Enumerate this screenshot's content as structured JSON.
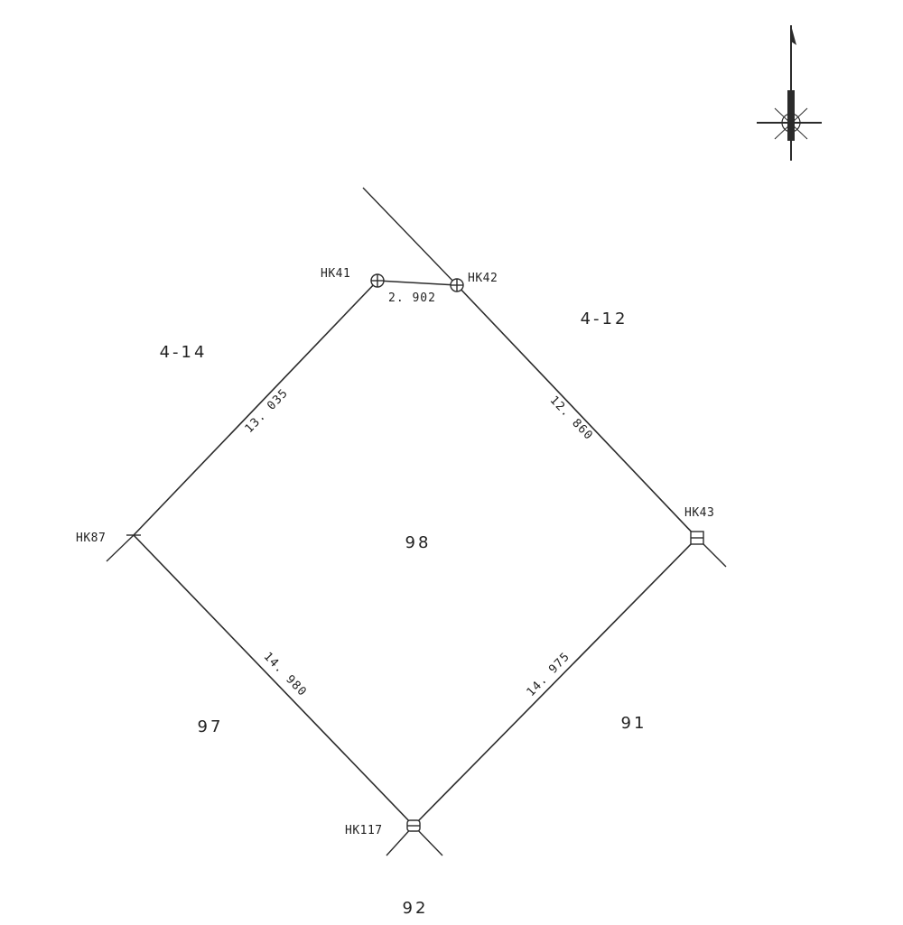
{
  "survey_points": {
    "hk41": "HK41",
    "hk42": "HK42",
    "hk43": "HK43",
    "hk87": "HK87",
    "hk117": "HK117"
  },
  "distances": {
    "hk41_hk42": "2. 902",
    "hk41_hk87": "13. 035",
    "hk42_hk43": "12. 860",
    "hk87_hk117": "14. 980",
    "hk117_hk43": "14. 975"
  },
  "parcels": {
    "center": "98",
    "upper_left": "4-14",
    "upper_right": "4-12",
    "lower_left": "97",
    "lower_right": "91",
    "bottom": "92"
  },
  "north_arrow": {
    "icon": "north-arrow-icon"
  }
}
